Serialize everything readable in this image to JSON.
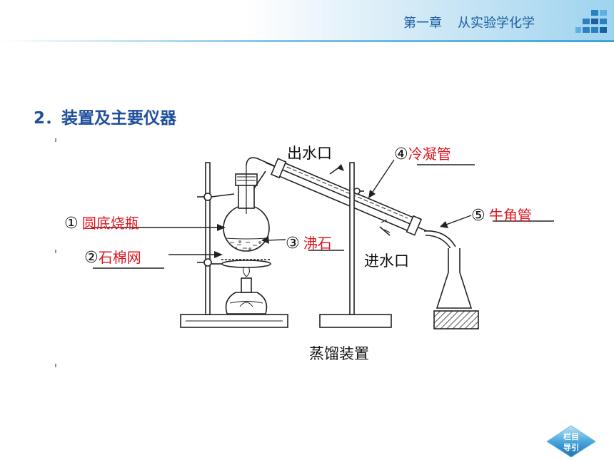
{
  "header": {
    "chapter": "第一章",
    "chapter_title": "从实验学化学"
  },
  "section": {
    "heading": "2．装置及主要仪器"
  },
  "diagram": {
    "caption": "蒸馏装置",
    "outlet_label": "出水口",
    "inlet_label": "进水口",
    "parts": [
      {
        "number": "①",
        "name": "圆底烧瓶"
      },
      {
        "number": "②",
        "name": "石棉网"
      },
      {
        "number": "③",
        "name": "沸石"
      },
      {
        "number": "④",
        "name": "冷凝管"
      },
      {
        "number": "⑤",
        "name": "牛角管"
      }
    ],
    "answer_color": "#e0141e"
  },
  "nav": {
    "line1": "栏目",
    "line2": "导引"
  }
}
